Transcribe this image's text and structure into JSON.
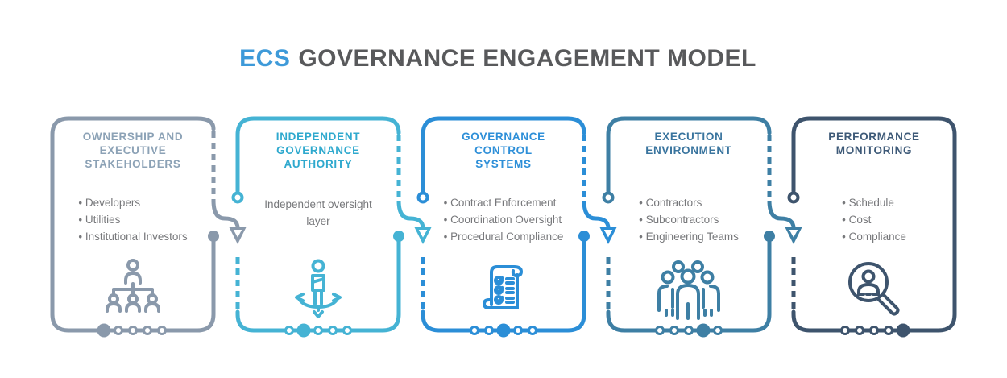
{
  "page_title": {
    "highlight": "ECS",
    "rest": "GOVERNANCE ENGAGEMENT MODEL",
    "highlight_color": "#3E9AD9",
    "text_color": "#58595B"
  },
  "body_text_color": "#77787B",
  "cards": [
    {
      "name": "ownership-executive-stakeholders",
      "step": 1,
      "title": "OWNERSHIP AND\nEXECUTIVE\nSTAKEHOLDERS",
      "items": [
        "Developers",
        "Utilities",
        "Institutional Investors"
      ],
      "accent": "#8A99AB",
      "title_color": "#8CA2B6",
      "icon": "org-chart-icon"
    },
    {
      "name": "independent-governance-authority",
      "step": 2,
      "title": "INDEPENDENT\nGOVERNANCE\nAUTHORITY",
      "body": "Independent oversight\nlayer",
      "accent": "#45B3D4",
      "title_color": "#2FA9CE",
      "icon": "anchor-person-icon"
    },
    {
      "name": "governance-control-systems",
      "step": 3,
      "title": "GOVERNANCE\nCONTROL\nSYSTEMS",
      "items": [
        "Contract Enforcement",
        "Coordination Oversight",
        "Procedural Compliance"
      ],
      "accent": "#2B8ED7",
      "title_color": "#2E8FD8",
      "icon": "checklist-scroll-icon"
    },
    {
      "name": "execution-environment",
      "step": 4,
      "title": "EXECUTION\nENVIRONMENT",
      "items": [
        "Contractors",
        "Subcontractors",
        "Engineering Teams"
      ],
      "accent": "#3E7FA4",
      "title_color": "#39749E",
      "icon": "team-icon"
    },
    {
      "name": "performance-monitoring",
      "step": 5,
      "title": "PERFORMANCE\nMONITORING",
      "items": [
        "Schedule",
        "Cost",
        "Compliance"
      ],
      "accent": "#3E546D",
      "title_color": "#3E5A78",
      "icon": "magnifier-person-icon"
    }
  ]
}
